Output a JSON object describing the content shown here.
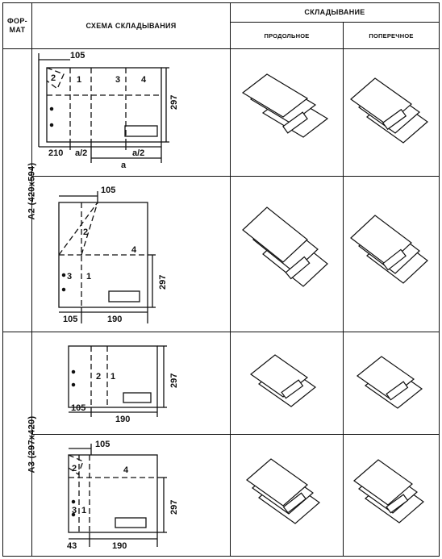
{
  "header": {
    "format_line1": "Фор-",
    "format_line2": "мат",
    "scheme": "Схема складывания",
    "folding": "Складывание",
    "longitudinal": "продольное",
    "transverse": "поперечное"
  },
  "groups": [
    {
      "label": "A2 (420x594)"
    },
    {
      "label": "A3 (297x420)"
    }
  ],
  "rows": [
    {
      "top_dim": "105",
      "side_dim": "297",
      "bottom_dims": [
        "210",
        "a/2",
        "a/2"
      ],
      "extra_dim": "a",
      "fold_numbers": [
        "2",
        "1",
        "3",
        "4"
      ]
    },
    {
      "top_dim": "105",
      "side_dim": "297",
      "bottom_dims": [
        "105",
        "190"
      ],
      "fold_numbers": [
        "2",
        "3",
        "1",
        "4"
      ]
    },
    {
      "side_dim": "297",
      "bottom_dims": [
        "105",
        "190"
      ],
      "fold_numbers": [
        "2",
        "1"
      ]
    },
    {
      "top_dim": "105",
      "side_dim": "297",
      "bottom_dims": [
        "43",
        "190"
      ],
      "fold_numbers": [
        "2",
        "3",
        "1",
        "4"
      ]
    }
  ]
}
